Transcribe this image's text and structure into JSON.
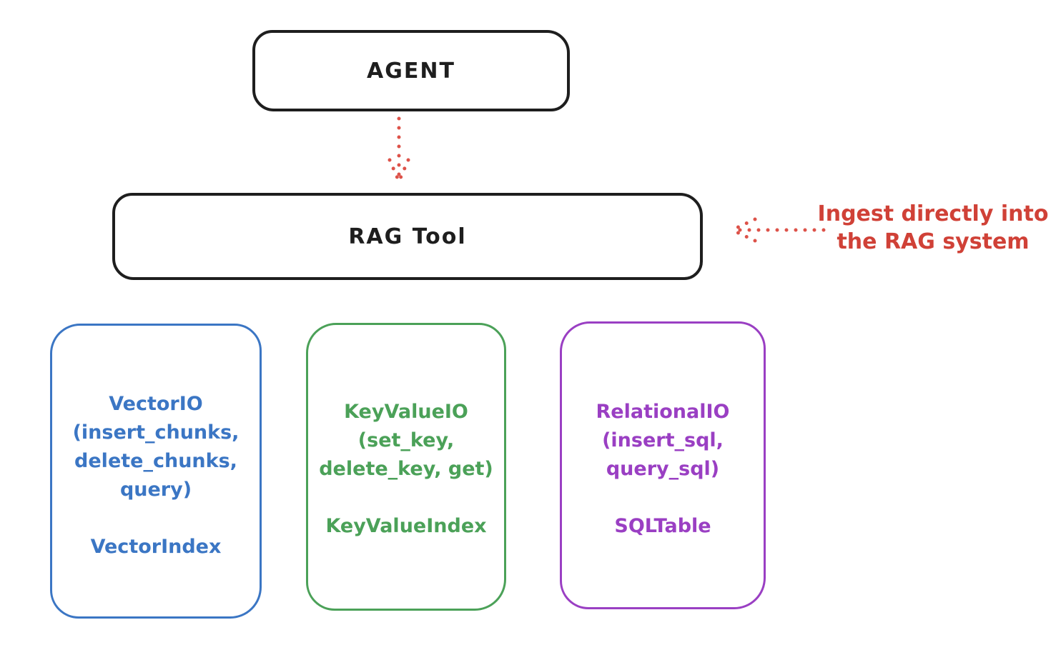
{
  "agent": {
    "label": "AGENT"
  },
  "rag_tool": {
    "label": "RAG Tool"
  },
  "annotation": {
    "line1": "Ingest directly into",
    "line2": "the RAG system"
  },
  "io_boxes": [
    {
      "id": "vector-io",
      "color": "#3b76c4",
      "lines": [
        "VectorIO",
        "(insert_chunks,",
        "delete_chunks,",
        "query)"
      ],
      "index_label": "VectorIndex"
    },
    {
      "id": "keyvalue-io",
      "color": "#4ba158",
      "lines": [
        "KeyValueIO",
        "(set_key,",
        "delete_key, get)"
      ],
      "index_label": "KeyValueIndex"
    },
    {
      "id": "relational-io",
      "color": "#9a3fc3",
      "lines": [
        "RelationalIO",
        "(insert_sql,",
        "query_sql)"
      ],
      "index_label": "SQLTable"
    }
  ],
  "colors": {
    "ink": "#1e1e1e",
    "red": "#d04137",
    "arrow_red": "#dd5249",
    "blue": "#3b76c4",
    "green": "#4ba158",
    "purple": "#9a3fc3",
    "background": "#ffffff"
  }
}
